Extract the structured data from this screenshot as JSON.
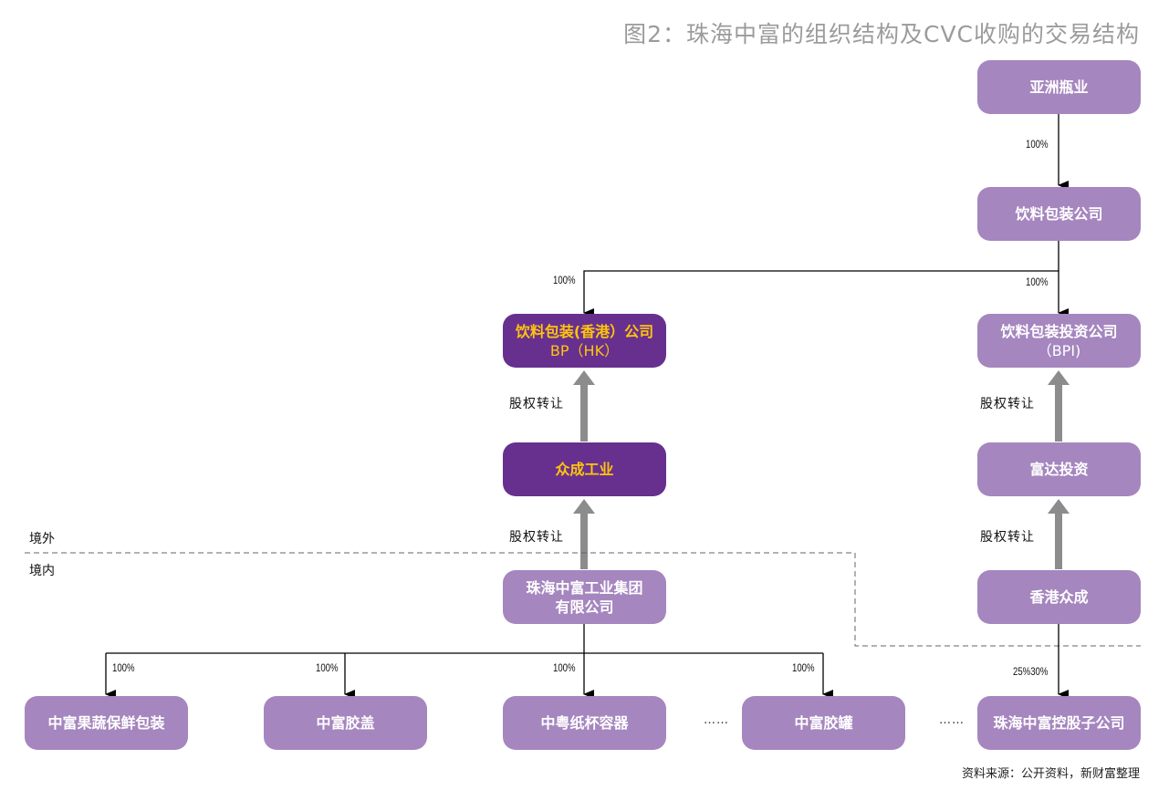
{
  "title": "图2：珠海中富的组织结构及CVC收购的交易结构",
  "colors": {
    "node_light": "#a586bf",
    "node_dark": "#67308f",
    "node_dark_text": "#ffc40d",
    "node_light_text": "#ffffff",
    "transfer_arrow": "#8c8c8c"
  },
  "regions": {
    "offshore": "境外",
    "onshore": "境内"
  },
  "nodes": {
    "asia_bottle": {
      "line1": "亚洲瓶业",
      "line2": ""
    },
    "beverage_pkg": {
      "line1": "饮料包装公司",
      "line2": ""
    },
    "bp_hk": {
      "line1": "饮料包装(香港）公司",
      "line2": "BP（HK）"
    },
    "bpi": {
      "line1": "饮料包装投资公司",
      "line2": "（BPI)"
    },
    "zhongcheng_industry": {
      "line1": "众成工业",
      "line2": ""
    },
    "fuda_invest": {
      "line1": "富达投资",
      "line2": ""
    },
    "zhuhai_zhongfu_group": {
      "line1": "珠海中富工业集团",
      "line2": "有限公司"
    },
    "hk_zhongcheng": {
      "line1": "香港众成",
      "line2": ""
    },
    "sub_fruit_veg": {
      "line1": "中富果蔬保鲜包装",
      "line2": ""
    },
    "sub_caps": {
      "line1": "中富胶盖",
      "line2": ""
    },
    "sub_paper_cups": {
      "line1": "中粤纸杯容器",
      "line2": ""
    },
    "sub_cans": {
      "line1": "中富胶罐",
      "line2": ""
    },
    "zhuhai_holding_sub": {
      "line1": "珠海中富控股子公司",
      "line2": ""
    }
  },
  "edges": {
    "asia_to_beverage": "100%",
    "beverage_to_bphk": "100%",
    "beverage_to_bpi": "100%",
    "group_to_fruit_veg": "100%",
    "group_to_caps": "100%",
    "group_to_paper_cups": "100%",
    "group_to_cans": "100%",
    "hk_to_holding_sub": "25%30%"
  },
  "transfers": {
    "zhongcheng_to_bphk": "股权转让",
    "group_to_zhongcheng": "股权转让",
    "fuda_to_bpi": "股权转让",
    "hk_to_fuda": "股权转让"
  },
  "ellipsis": "……",
  "source": "资料来源：公开资料，新财富整理"
}
